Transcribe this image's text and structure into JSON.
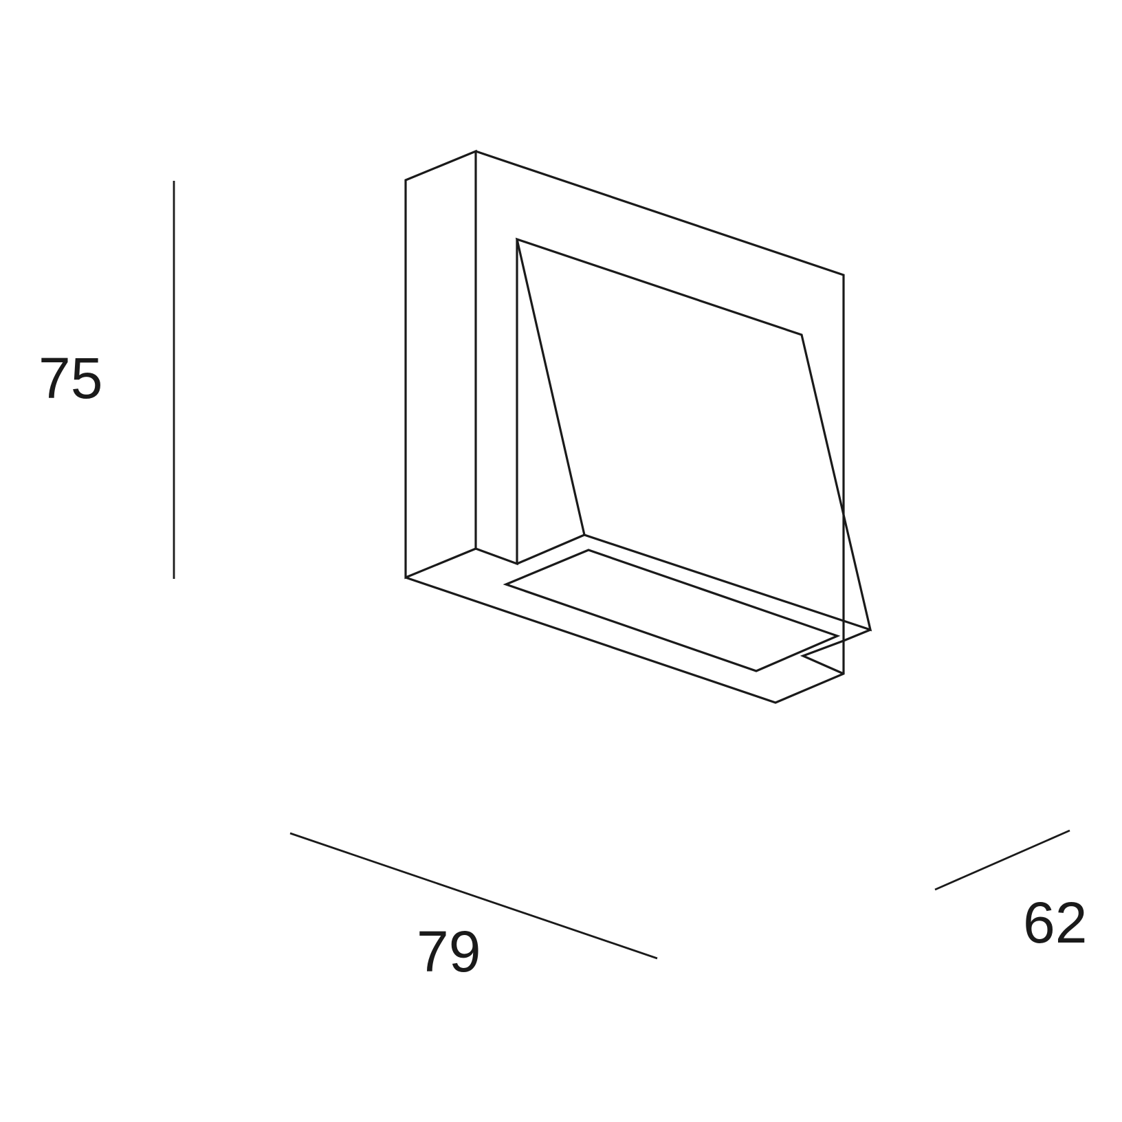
{
  "dimensions": {
    "height": "75",
    "width": "79",
    "depth": "62"
  },
  "colors": {
    "line": "#1a1a1a",
    "background": "#ffffff"
  }
}
